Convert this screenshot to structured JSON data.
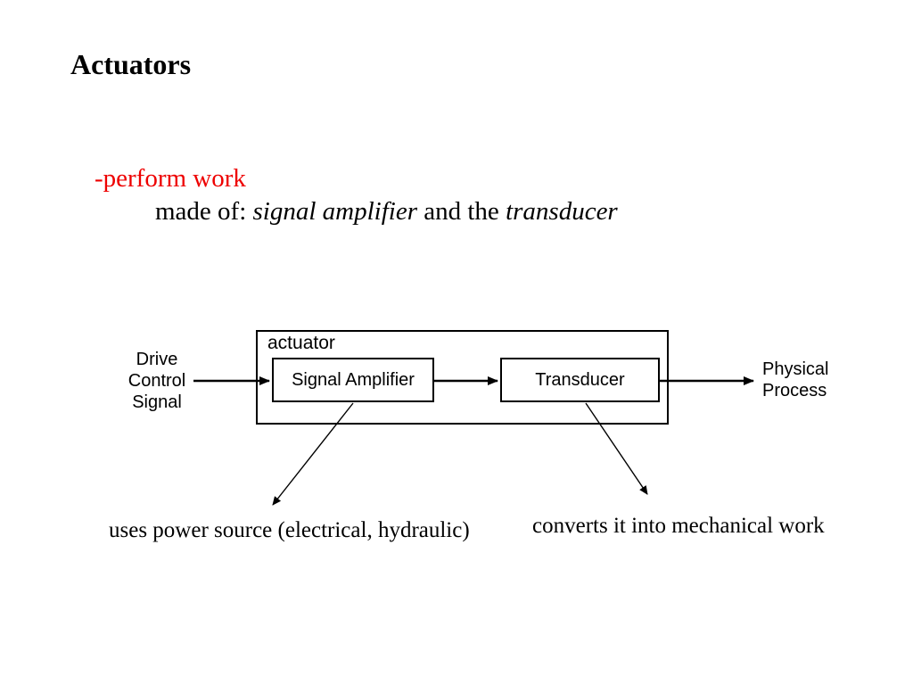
{
  "slide": {
    "title": "Actuators",
    "background_color": "#ffffff",
    "text_color": "#000000",
    "accent_color": "#ee0000",
    "bullet": {
      "line1": "-perform work",
      "line2": {
        "prefix": "made of: ",
        "italic1": "signal amplifier",
        "middle": " and the ",
        "italic2": "transducer"
      }
    }
  },
  "diagram": {
    "container_label": "actuator",
    "input_label_lines": [
      "Drive",
      "Control",
      "Signal"
    ],
    "blocks": [
      {
        "label": "Signal Amplifier"
      },
      {
        "label": "Transducer"
      }
    ],
    "output_label_lines": [
      "Physical",
      "Process"
    ],
    "annotations": [
      "uses power source (electrical, hydraulic)",
      "converts it into mechanical work"
    ],
    "line_color": "#000000"
  }
}
